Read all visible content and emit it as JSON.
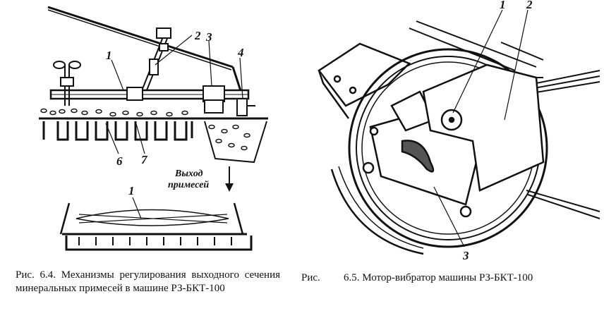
{
  "figure_left": {
    "callouts": [
      "1",
      "2",
      "3",
      "4",
      "6",
      "7",
      "1"
    ],
    "annotation_line1": "Выход",
    "annotation_line2": "примесей",
    "caption": "Рис. 6.4. Механизмы регулирования выходного сечения минеральных примесей в машине РЗ-БКТ-100"
  },
  "figure_right": {
    "callouts": [
      "1",
      "2",
      "3"
    ],
    "caption_label": "Рис.",
    "caption_text": "6.5. Мотор-вибратор машины РЗ-БКТ-100"
  }
}
